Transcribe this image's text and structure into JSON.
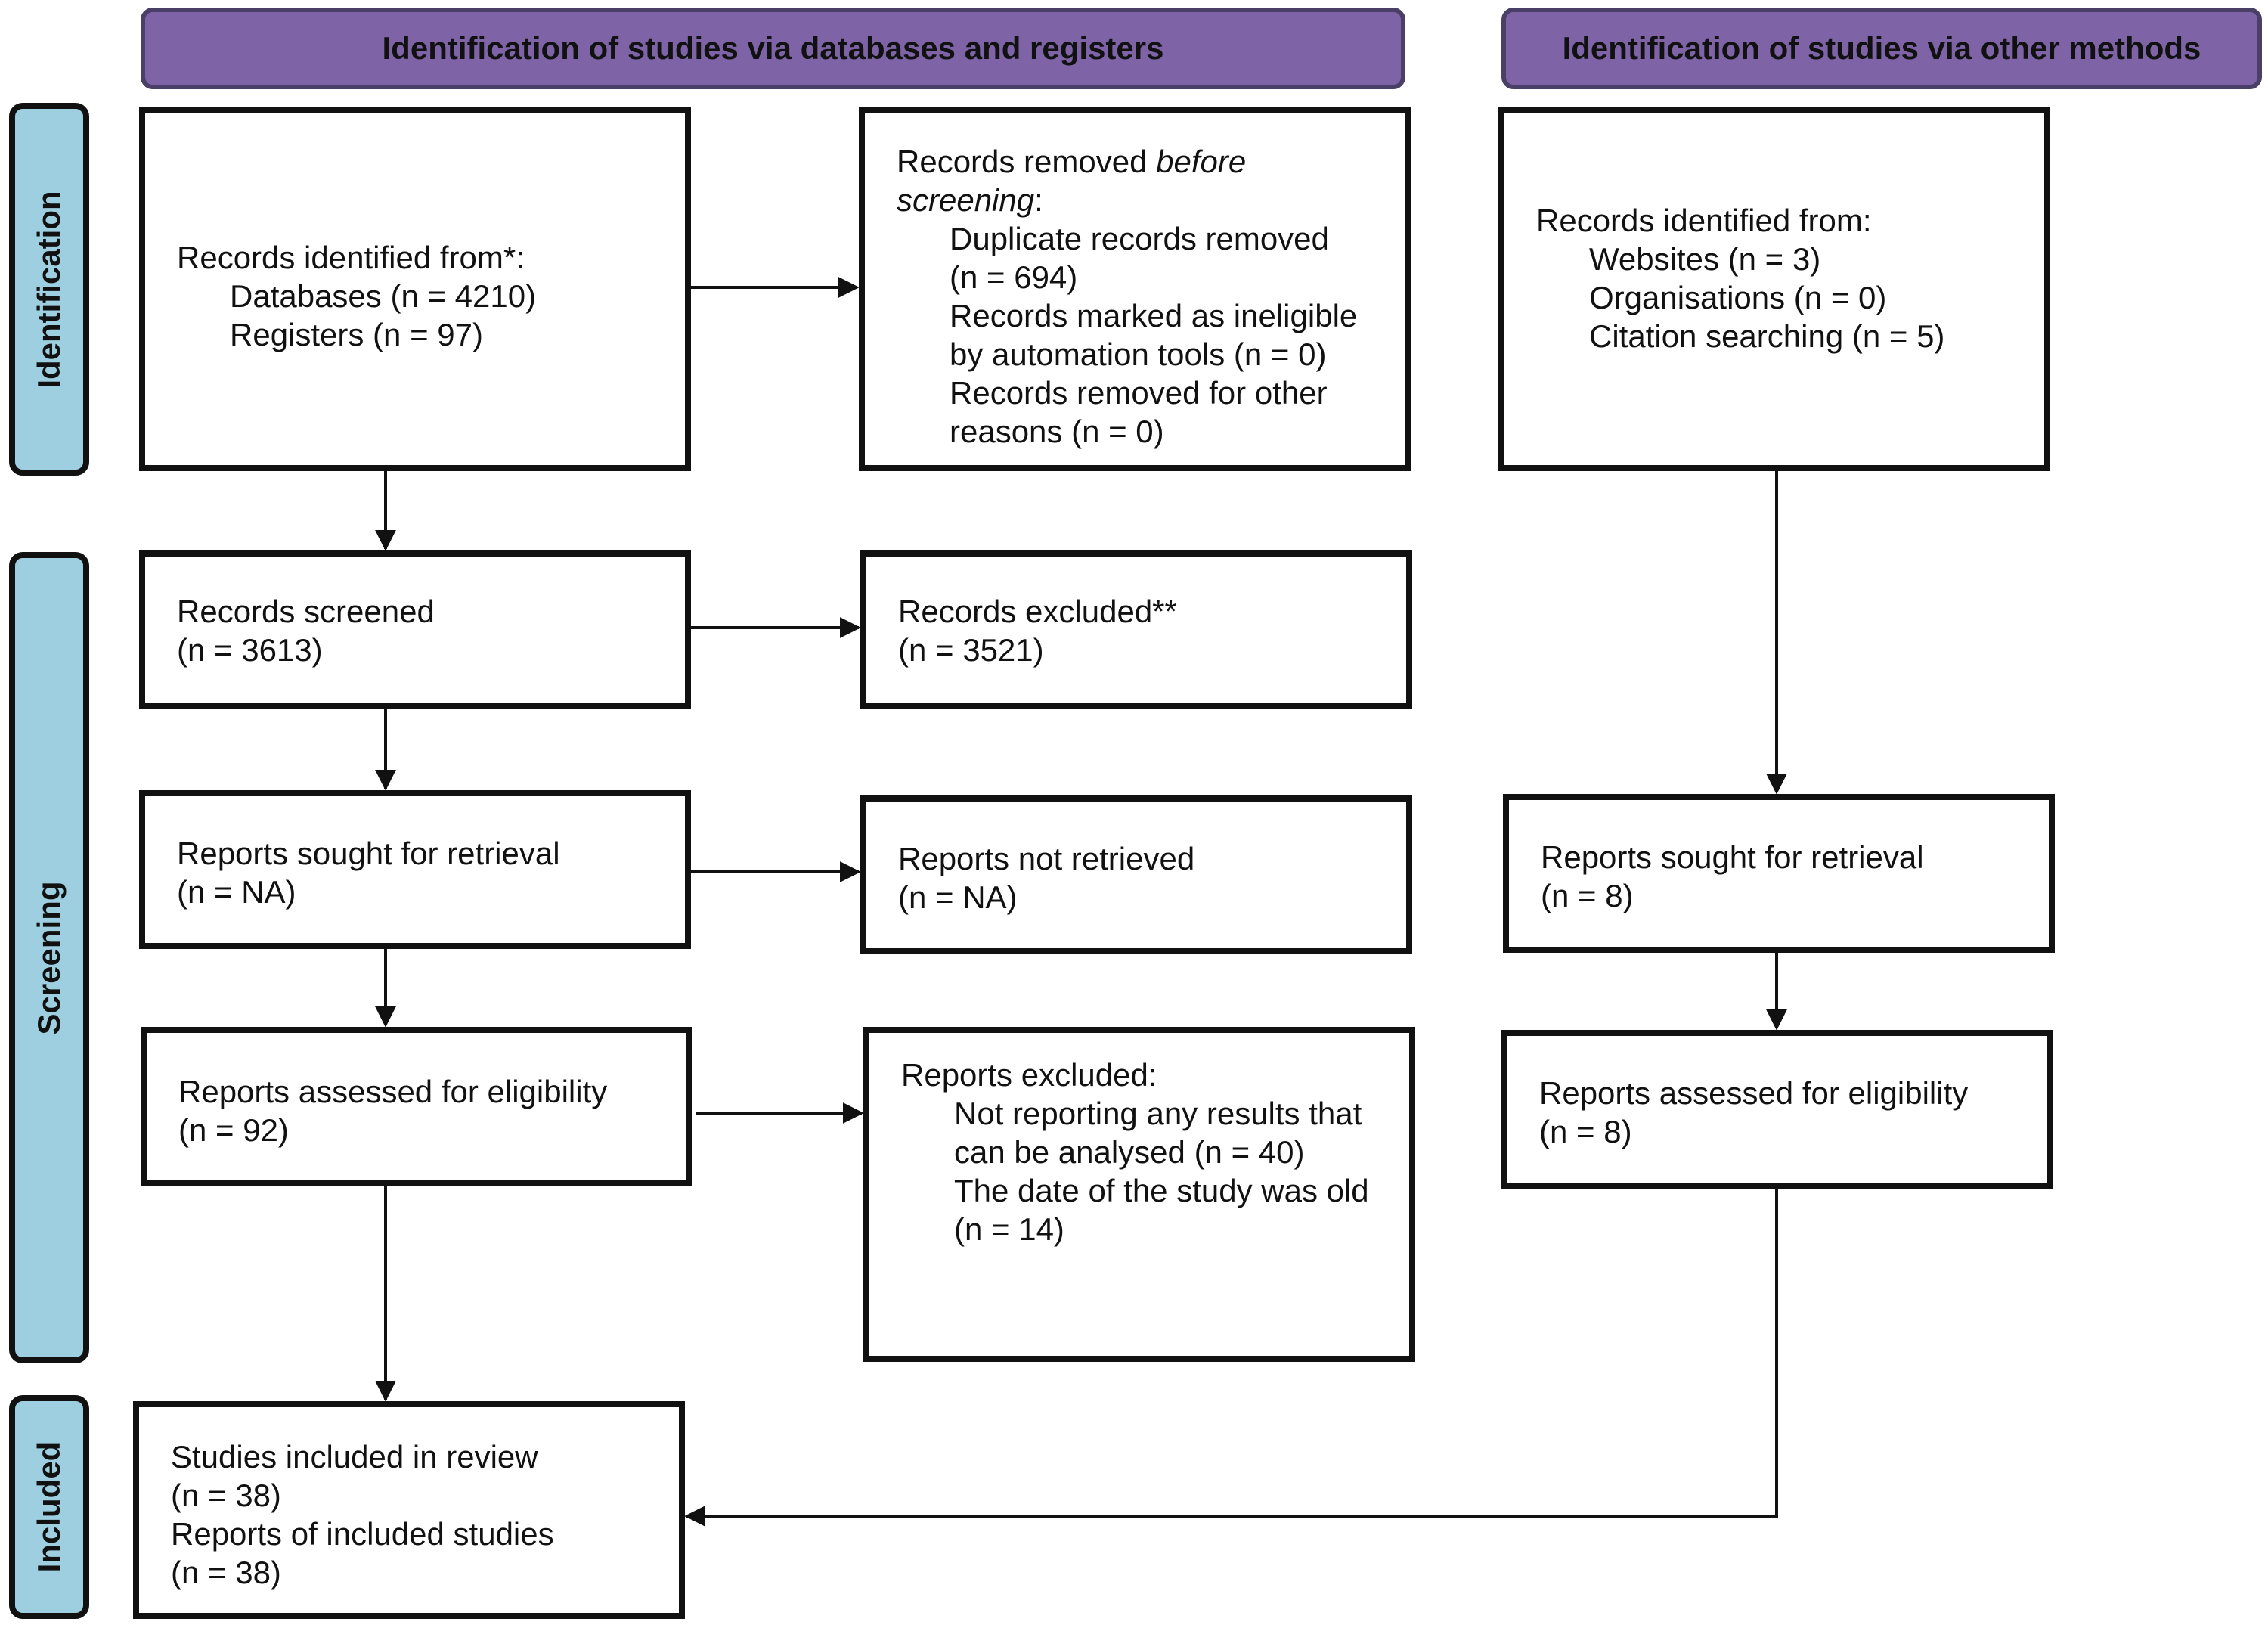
{
  "headers": {
    "databases": "Identification of studies via databases and registers",
    "other": "Identification of studies via other methods"
  },
  "phases": {
    "identification": "Identification",
    "screening": "Screening",
    "included": "Included"
  },
  "db": {
    "identified": {
      "line1": "Records identified from*:",
      "line2": "Databases (n = 4210)",
      "line3": "Registers (n = 97)"
    },
    "removed": {
      "line1_a": "Records removed ",
      "line1_b": "before",
      "line2_a": "screening",
      "line2_b": ":",
      "line3": "Duplicate records removed",
      "line4": "(n = 694)",
      "line5": "Records marked as ineligible",
      "line6": "by automation tools (n = 0)",
      "line7": "Records removed for other",
      "line8": "reasons (n = 0)"
    },
    "screened": {
      "line1": "Records screened",
      "line2": "(n = 3613)"
    },
    "excluded": {
      "line1": "Records excluded**",
      "line2": "(n = 3521)"
    },
    "sought": {
      "line1": "Reports sought for retrieval",
      "line2": "(n = NA)"
    },
    "not_retrieved": {
      "line1": "Reports not retrieved",
      "line2": "(n = NA)"
    },
    "assessed": {
      "line1": "Reports assessed for eligibility",
      "line2": "(n = 92)"
    },
    "reports_excluded": {
      "line1": "Reports excluded:",
      "line2": "Not reporting any results that",
      "line3": "can be analysed (n = 40)",
      "line4": "The date of the study was old",
      "line5": "(n = 14)"
    },
    "included": {
      "line1": "Studies included in review",
      "line2": "(n = 38)",
      "line3": "Reports of included studies",
      "line4": "(n = 38)"
    }
  },
  "other": {
    "identified": {
      "line1": "Records identified from:",
      "line2": "Websites (n = 3)",
      "line3": "Organisations (n = 0)",
      "line4": "Citation searching (n = 5)"
    },
    "sought": {
      "line1": "Reports sought for retrieval",
      "line2": "(n = 8)"
    },
    "assessed": {
      "line1": "Reports assessed for eligibility",
      "line2": "(n = 8)"
    }
  },
  "colors": {
    "header_fill": "#7e64a6",
    "phase_fill": "#9dcfe0",
    "line": "#111111"
  }
}
